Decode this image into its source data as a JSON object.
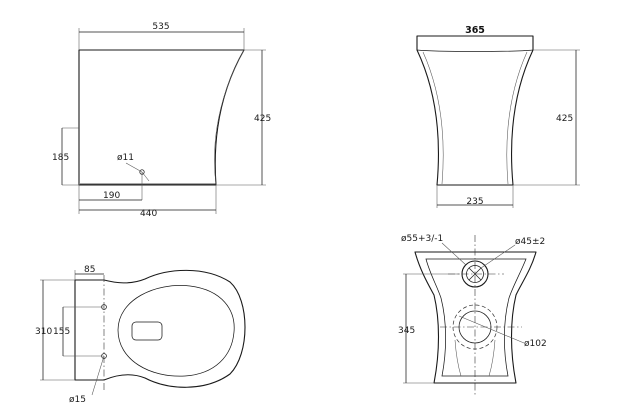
{
  "side_view": {
    "width_top": "535",
    "height": "425",
    "inlet_height": "185",
    "inlet_diameter": "ø11",
    "inlet_offset": "190",
    "base_length": "440"
  },
  "front_view": {
    "width_top": "365",
    "height": "425",
    "base_width": "235"
  },
  "top_view": {
    "fixing_offset": "85",
    "total_width": "310",
    "fixing_spacing": "155",
    "fixing_hole": "ø15"
  },
  "rear_view": {
    "pipe_outer": "ø55+3/-1",
    "inlet_diameter": "ø45±2",
    "outlet_height": "345",
    "outlet_diameter": "ø102"
  }
}
